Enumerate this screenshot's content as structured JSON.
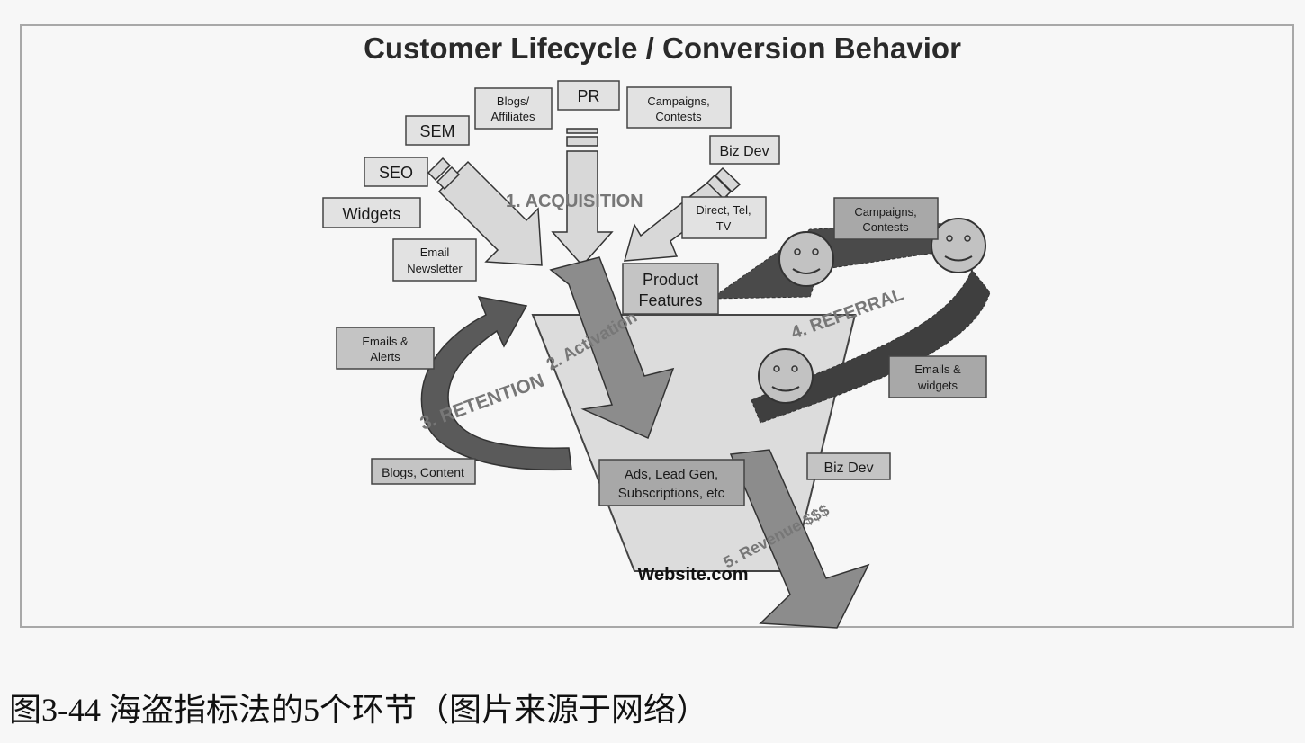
{
  "title": "Customer Lifecycle / Conversion Behavior",
  "caption": "图3-44 海盗指标法的5个环节（图片来源于网络）",
  "stages": {
    "acquisition": "1. ACQUISITION",
    "activation": "2. Activation",
    "retention": "3. RETENTION",
    "referral": "4. REFERRAL",
    "revenue": "5. Revenue $$$"
  },
  "funnel_label": "Website.com",
  "channels": {
    "blogs_affiliates": [
      "Blogs/",
      "Affiliates"
    ],
    "pr": "PR",
    "campaigns_top": [
      "Campaigns,",
      "Contests"
    ],
    "sem": "SEM",
    "seo": "SEO",
    "biz_dev_top": "Biz Dev",
    "widgets": "Widgets",
    "direct_tel_tv": [
      "Direct, Tel,",
      "TV"
    ],
    "email_newsletter": [
      "Email",
      "Newsletter"
    ],
    "product_features": [
      "Product",
      "Features"
    ],
    "campaigns_referral": [
      "Campaigns,",
      "Contests"
    ],
    "emails_alerts": [
      "Emails &",
      "Alerts"
    ],
    "emails_widgets": [
      "Emails &",
      "widgets"
    ],
    "blogs_content": "Blogs, Content",
    "ads_lead_gen": [
      "Ads, Lead Gen,",
      "Subscriptions, etc"
    ],
    "biz_dev_bottom": "Biz Dev"
  },
  "colors": {
    "light_box": "#e2e2e2",
    "mid_box": "#b4b4b4",
    "dark_arrow": "#555555",
    "mid_arrow": "#8c8c8c",
    "light_arrow": "#d8d8d8",
    "funnel": "#dcdcdc",
    "stage_text": "#777777"
  }
}
